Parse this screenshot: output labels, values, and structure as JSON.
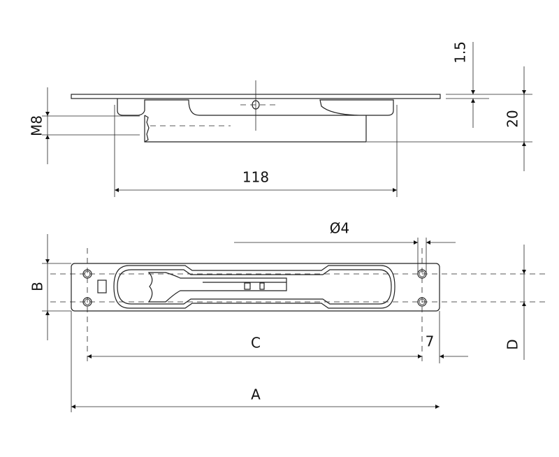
{
  "title": "Flush bolt technical drawing",
  "side_view": {
    "dimensions": {
      "length": "118",
      "thread": "M8",
      "plate_thickness": "1.5",
      "depth": "20"
    }
  },
  "top_view": {
    "dimensions": {
      "overall_length": "A",
      "plate_width": "B",
      "hole_spacing_length": "C",
      "hole_spacing_width": "D",
      "hole_edge_offset": "7",
      "hole_diameter": "Ø4"
    }
  }
}
